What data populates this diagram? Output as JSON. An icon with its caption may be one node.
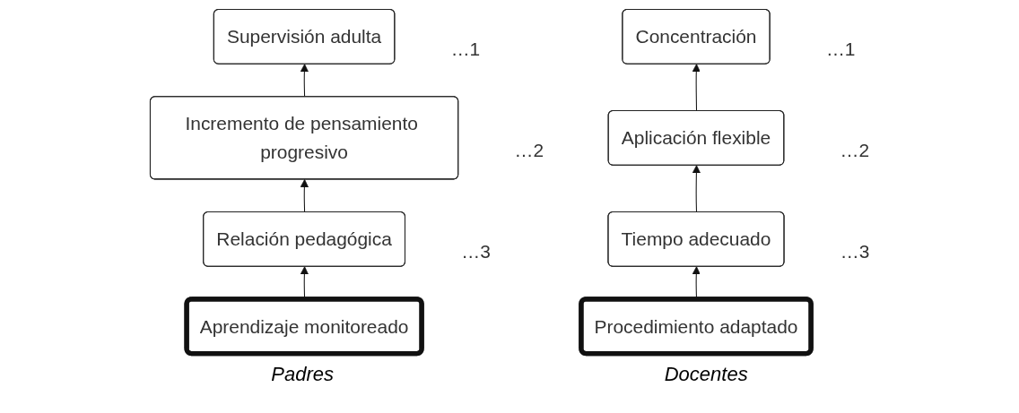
{
  "diagram": {
    "nodes": [
      {
        "text": [
          "Supervisión adulta"
        ],
        "beside": [
          "…1"
        ]
      },
      {
        "text": [
          "Incremento de pensamiento progresivo"
        ],
        "beside": [
          "…2"
        ]
      },
      {
        "text": [
          "Relación pedagógica"
        ],
        "beside": [
          "…3"
        ]
      },
      {
        "text": [
          "Aprendizaje monitoreado"
        ]
      },
      {
        "text": [
          "Concentración"
        ],
        "beside": [
          "…1"
        ]
      },
      {
        "text": [
          "Aplicación flexible"
        ],
        "beside": [
          "…2"
        ]
      },
      {
        "text": [
          "Tiempo adecuado"
        ],
        "beside": [
          "…3"
        ]
      },
      {
        "text": [
          "Procedimiento adaptado"
        ]
      }
    ],
    "edges": [
      {
        "from": 3,
        "to": 2,
        "arrow": "to"
      },
      {
        "from": 2,
        "to": 1,
        "arrow": "to"
      },
      {
        "from": 1,
        "to": 0,
        "arrow": "to"
      },
      {
        "from": 7,
        "to": 6,
        "arrow": "to"
      },
      {
        "from": 6,
        "to": 5,
        "arrow": "to"
      },
      {
        "from": 5,
        "to": 4,
        "arrow": "to"
      }
    ],
    "labels": [
      "Padres",
      "Docentes"
    ]
  }
}
